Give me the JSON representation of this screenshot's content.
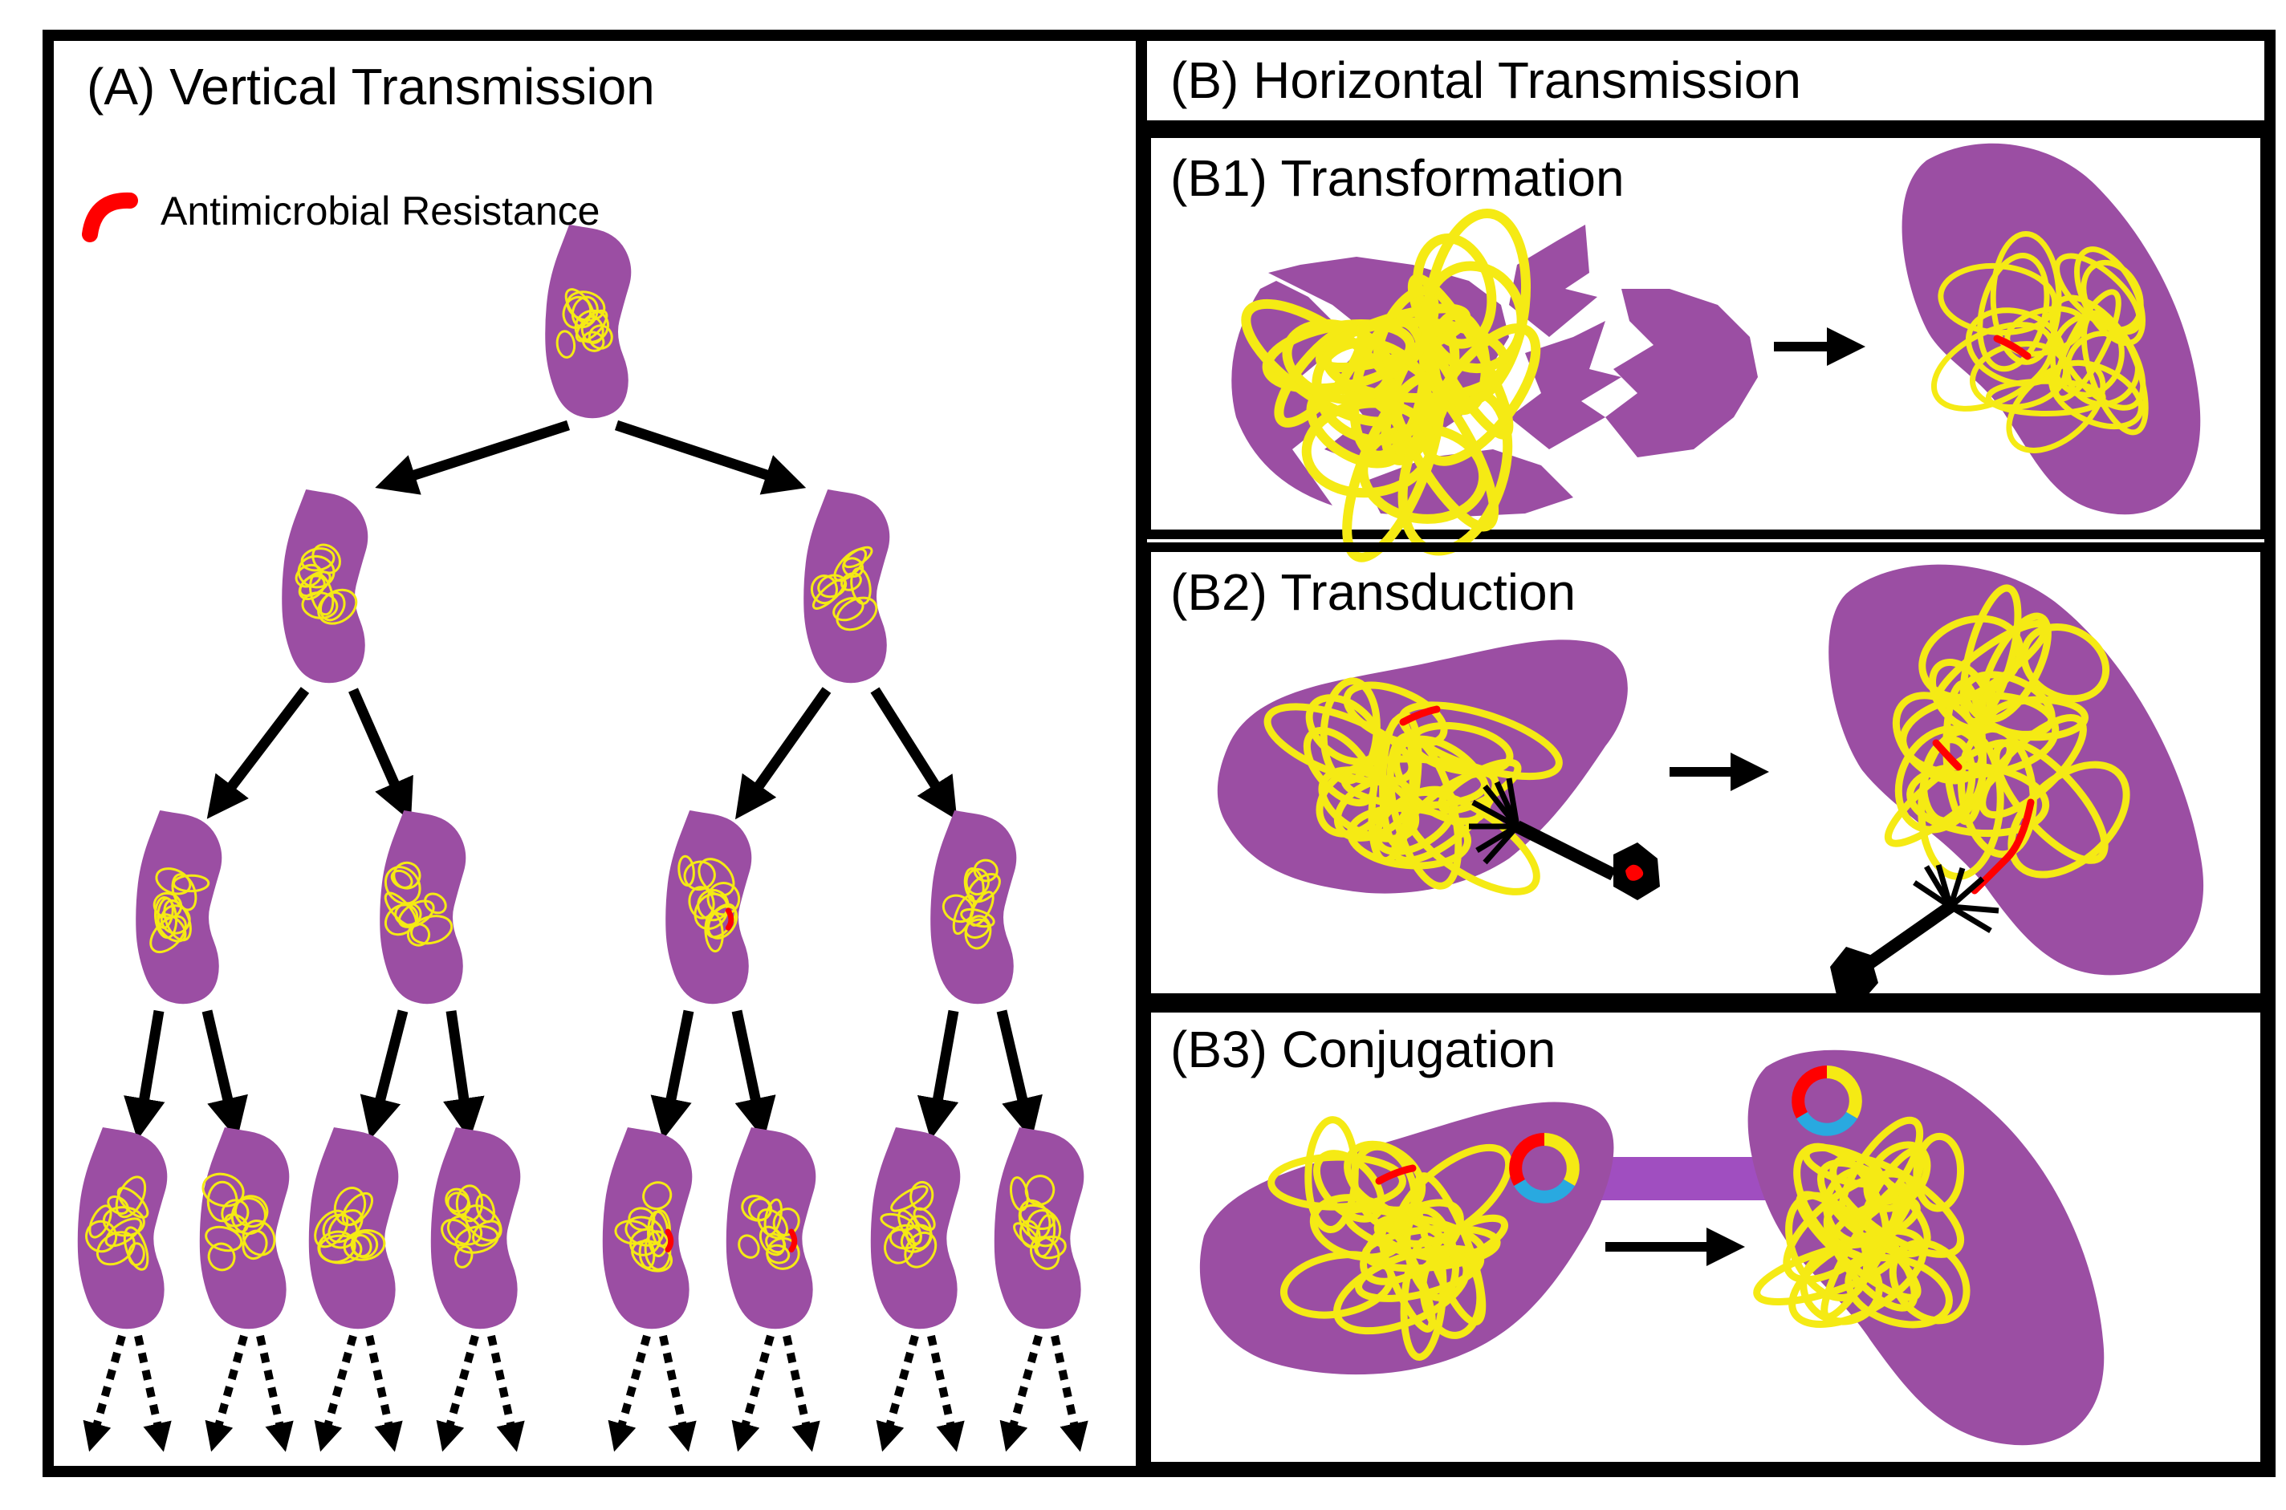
{
  "colors": {
    "cell": "#9b4ea3",
    "dna": "#f5ea14",
    "resistance": "#ff0000",
    "arrow": "#000000",
    "plasmid_segments": [
      "#ff0000",
      "#f5ea14",
      "#29a9e0"
    ],
    "pilus": "#a04ec0"
  },
  "icons": [
    "cell",
    "dna-coil",
    "resistance-gene",
    "phage",
    "plasmid",
    "pilus",
    "arrow",
    "dashed-arrow"
  ],
  "panel_a": {
    "title": "(A) Vertical Transmission",
    "legend_label": "Antimicrobial Resistance",
    "generations": 4,
    "cells_per_generation": [
      1,
      2,
      4,
      8
    ],
    "resistant_cells_per_generation": [
      0,
      0,
      1,
      2
    ]
  },
  "panel_b": {
    "title": "(B) Horizontal Transmission",
    "b1": {
      "title": "(B1) Transformation"
    },
    "b2": {
      "title": "(B2) Transduction"
    },
    "b3": {
      "title": "(B3) Conjugation"
    }
  }
}
